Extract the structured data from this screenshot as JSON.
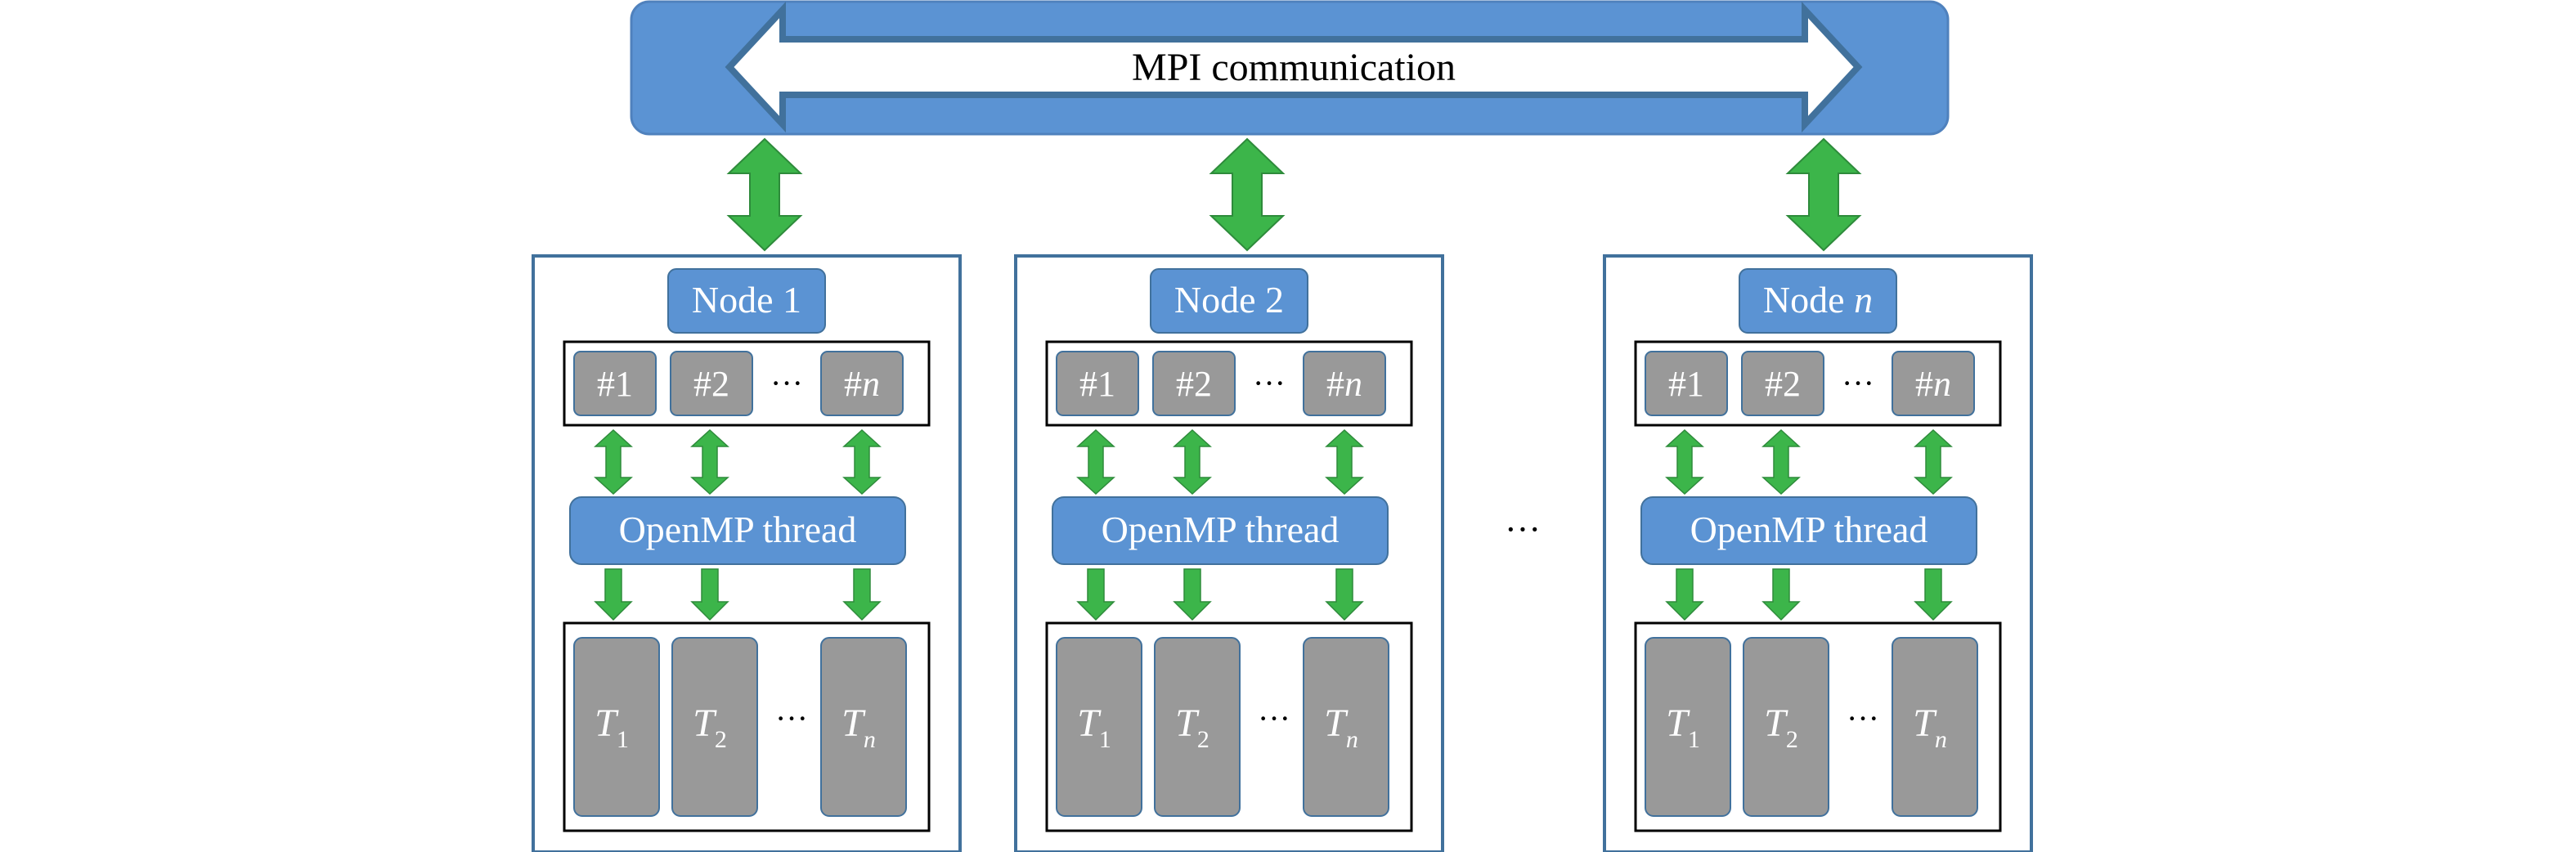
{
  "bus": {
    "label": "MPI communication"
  },
  "nodes": [
    {
      "title_main": "Node 1",
      "title_italic": "",
      "cores": [
        {
          "main": "#1",
          "italic": ""
        },
        {
          "main": "#2",
          "italic": ""
        },
        {
          "main": "#",
          "italic": "n"
        }
      ],
      "core_ellipsis": "···",
      "thread_label": "OpenMP thread",
      "tasks": [
        {
          "letter": "T",
          "sub": "1"
        },
        {
          "letter": "T",
          "sub": "2"
        },
        {
          "letter": "T",
          "sub": "n"
        }
      ],
      "task_ellipsis": "···"
    },
    {
      "title_main": "Node 2",
      "title_italic": "",
      "cores": [
        {
          "main": "#1",
          "italic": ""
        },
        {
          "main": "#2",
          "italic": ""
        },
        {
          "main": "#",
          "italic": "n"
        }
      ],
      "core_ellipsis": "···",
      "thread_label": "OpenMP thread",
      "tasks": [
        {
          "letter": "T",
          "sub": "1"
        },
        {
          "letter": "T",
          "sub": "2"
        },
        {
          "letter": "T",
          "sub": "n"
        }
      ],
      "task_ellipsis": "···"
    },
    {
      "title_main": "Node ",
      "title_italic": "n",
      "cores": [
        {
          "main": "#1",
          "italic": ""
        },
        {
          "main": "#2",
          "italic": ""
        },
        {
          "main": "#",
          "italic": "n"
        }
      ],
      "core_ellipsis": "···",
      "thread_label": "OpenMP thread",
      "tasks": [
        {
          "letter": "T",
          "sub": "1"
        },
        {
          "letter": "T",
          "sub": "2"
        },
        {
          "letter": "T",
          "sub": "n"
        }
      ],
      "task_ellipsis": "···"
    }
  ],
  "between_nodes_ellipsis": "···",
  "colors": {
    "accent_blue": "#5B93D3",
    "outline_blue": "#41719C",
    "arrow_green": "#3CB54A",
    "arrow_green_edge": "#2E8B3B",
    "core_gray": "#999999",
    "node_border": "#41719C"
  }
}
